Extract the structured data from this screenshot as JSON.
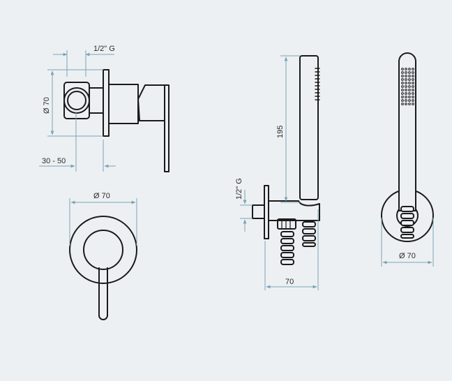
{
  "colors": {
    "background": "#edf0f3",
    "outline": "#1a1a1a",
    "dimension": "#7aa3b5"
  },
  "labels": {
    "thread_top": "1/2\" G",
    "diameter_side": "Ø 70",
    "depth_range": "30 - 50",
    "diameter_front": "Ø 70",
    "height_shower": "195",
    "thread_side": "1/2\" G",
    "width_side": "70",
    "diameter_right": "Ø 70"
  }
}
